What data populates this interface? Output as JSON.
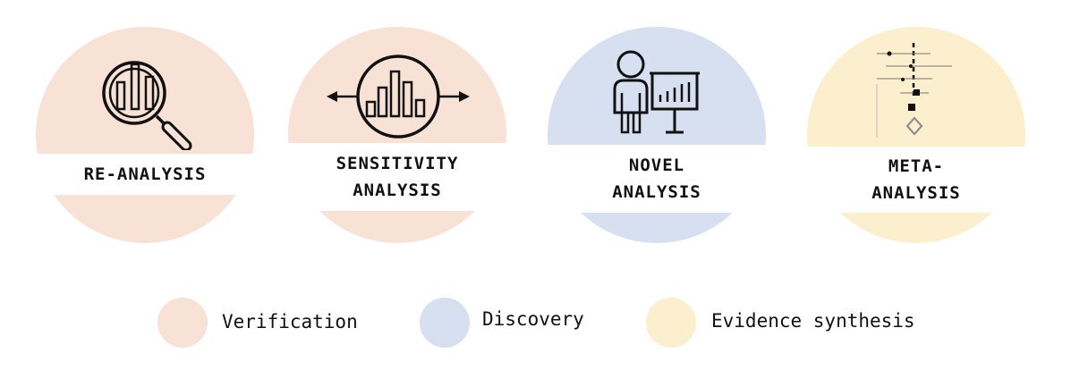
{
  "colors": {
    "verification": "#f8e2d6",
    "discovery": "#d7e0f0",
    "evidence": "#fcefcd"
  },
  "cards": [
    {
      "line1": "RE-ANALYSIS",
      "line2": "",
      "category": "verification",
      "icon": "magnifier-bar-chart-icon"
    },
    {
      "line1": "SENSITIVITY",
      "line2": "ANALYSIS",
      "category": "verification",
      "icon": "bar-chart-arrows-icon"
    },
    {
      "line1": "NOVEL",
      "line2": "ANALYSIS",
      "category": "discovery",
      "icon": "presenter-chart-icon"
    },
    {
      "line1": "META-",
      "line2": "ANALYSIS",
      "category": "evidence",
      "icon": "forest-plot-icon"
    }
  ],
  "legend": [
    {
      "label": "Verification",
      "category": "verification"
    },
    {
      "label": "Discovery",
      "category": "discovery"
    },
    {
      "label": "Evidence synthesis",
      "category": "evidence"
    }
  ]
}
